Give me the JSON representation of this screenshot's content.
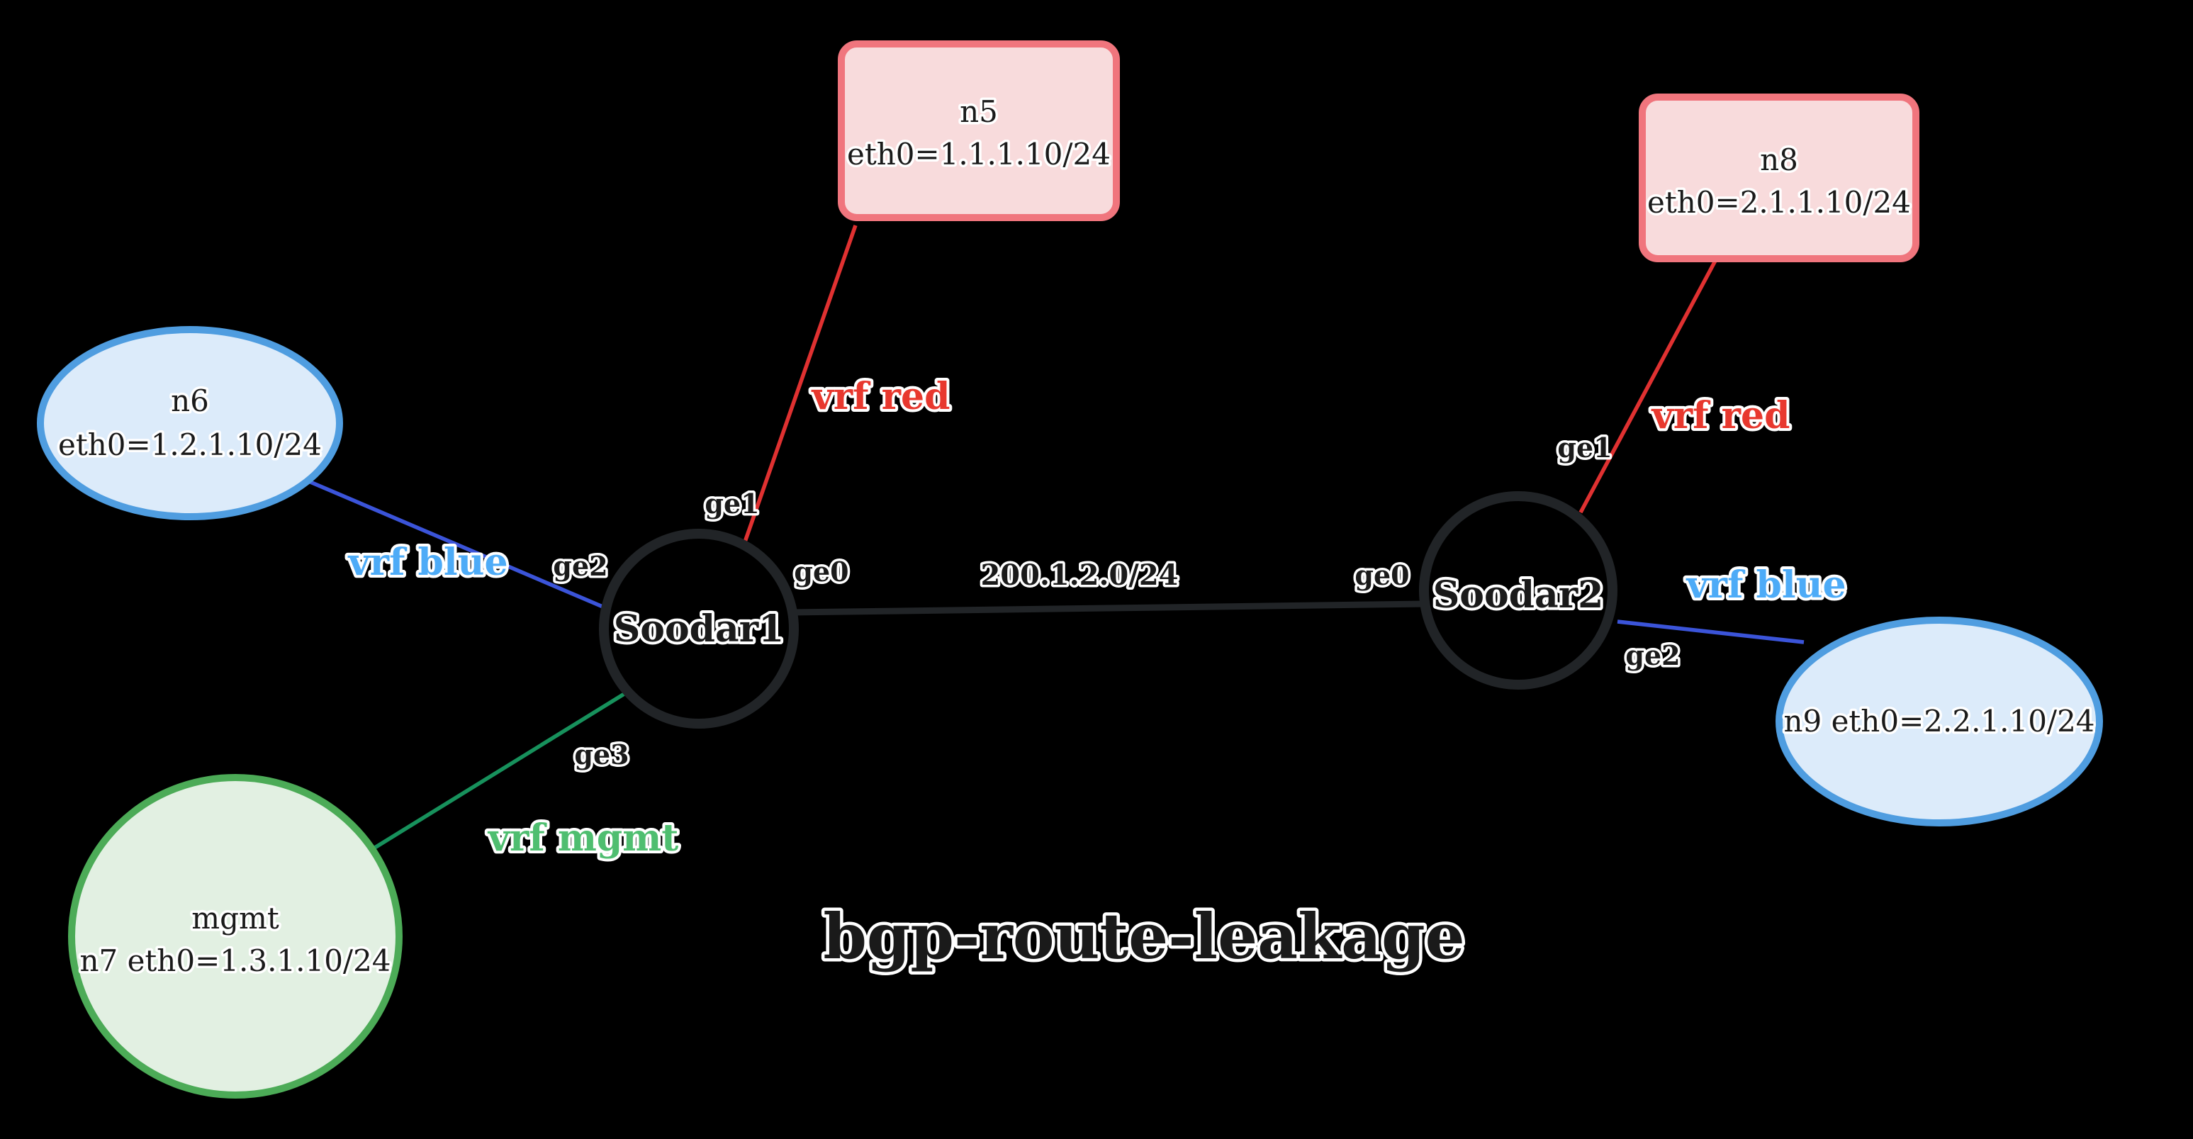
{
  "title": "bgp-route-leakage",
  "colors": {
    "background": "#000000",
    "ink": "#1a1a1a",
    "halo": "#ffffff",
    "router_stroke": "#212427",
    "router_fill": "#000000",
    "core_link": "#212427",
    "edge_red": "#e03131",
    "edge_blue": "#3b54d9",
    "edge_green": "#17915c",
    "text_red": "#e8382e",
    "text_blue": "#4dabf7",
    "text_green": "#4fbe70",
    "host_red_fill": "#f8dbdc",
    "host_red_border": "#f0757d",
    "host_blue_fill": "#dcebfa",
    "host_blue_border": "#4f9de0",
    "host_green_fill": "#e2f0e2",
    "host_green_border": "#4cab57"
  },
  "nodes": {
    "soodar1": {
      "label": "Soodar1"
    },
    "soodar2": {
      "label": "Soodar2"
    },
    "n5": {
      "line1": "n5",
      "line2": "eth0=1.1.1.10/24"
    },
    "n8": {
      "line1": "n8",
      "line2": "eth0=2.1.1.10/24"
    },
    "n6": {
      "line1": "n6",
      "line2": "eth0=1.2.1.10/24"
    },
    "mgmt": {
      "line1": "mgmt",
      "line2": "n7 eth0=1.3.1.10/24"
    },
    "n9": {
      "label": "n9 eth0=2.2.1.10/24"
    }
  },
  "ports": {
    "s1_ge0": "ge0",
    "s1_ge1": "ge1",
    "s1_ge2": "ge2",
    "s1_ge3": "ge3",
    "s2_ge0": "ge0",
    "s2_ge1": "ge1",
    "s2_ge2": "ge2"
  },
  "edges": {
    "core_label": "200.1.2.0/24",
    "vrf_red_left": "vrf red",
    "vrf_red_right": "vrf red",
    "vrf_blue_left": "vrf blue",
    "vrf_blue_right": "vrf blue",
    "vrf_mgmt": "vrf mgmt"
  }
}
